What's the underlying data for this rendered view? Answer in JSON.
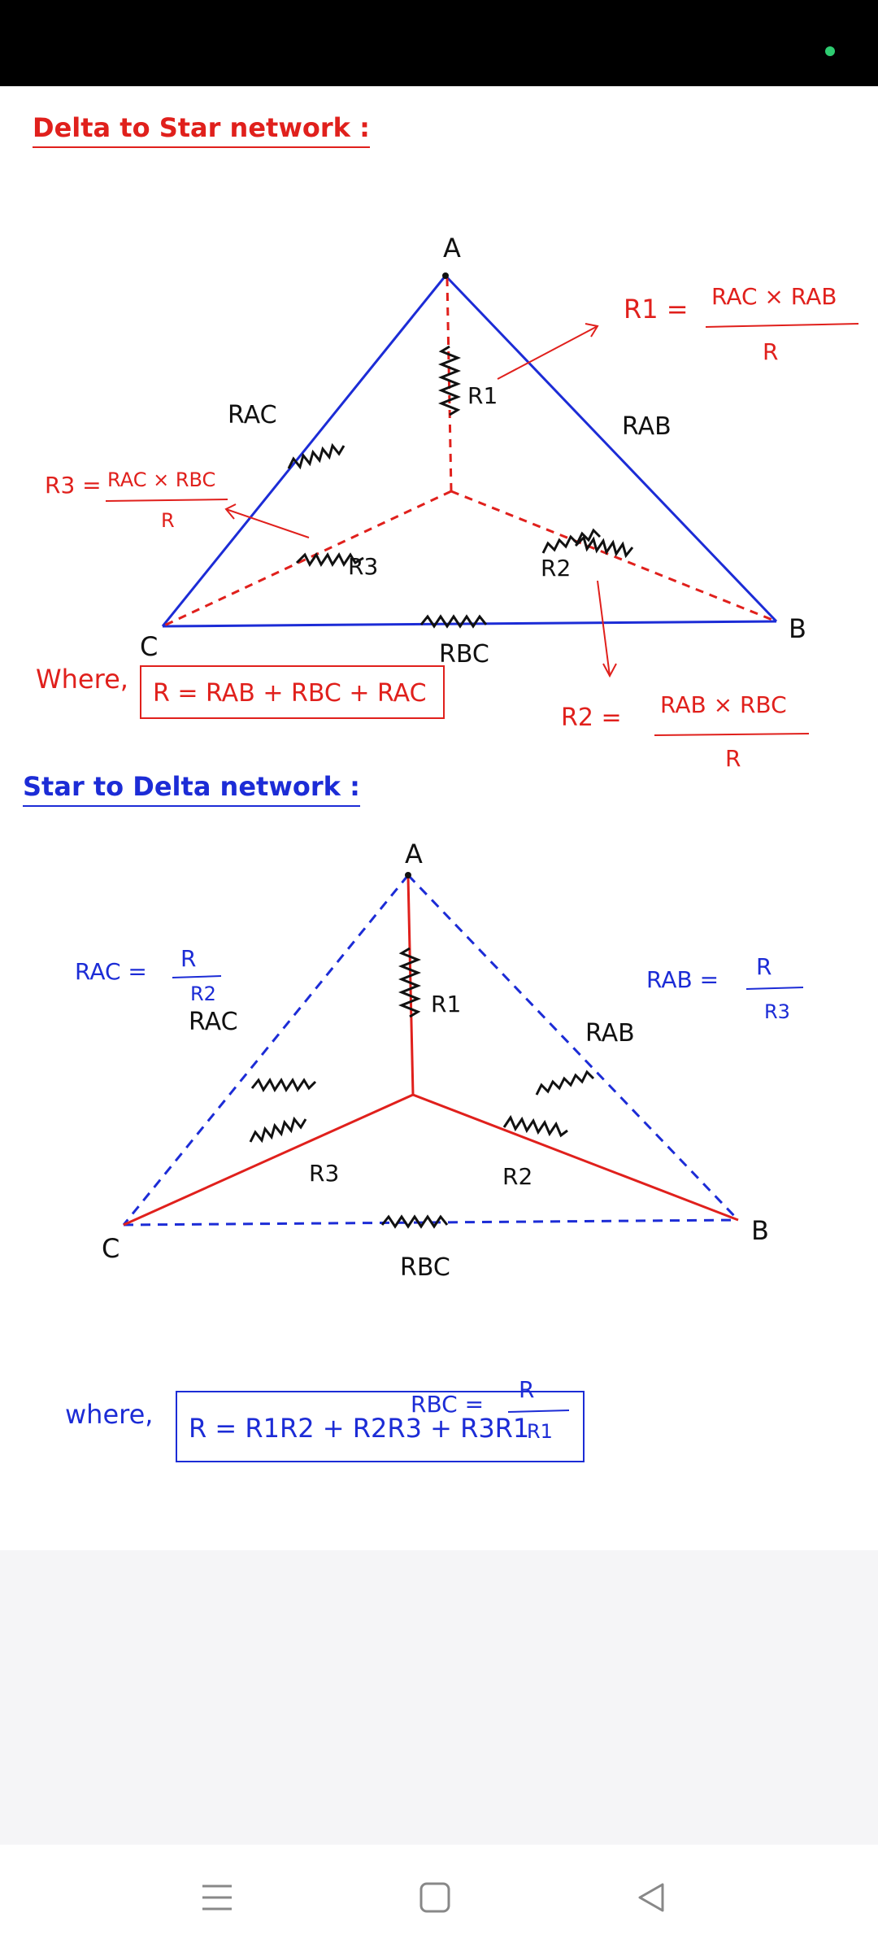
{
  "delta_to_star": {
    "heading": "Delta to Star network :",
    "nodes": {
      "a": "A",
      "b": "B",
      "c": "C"
    },
    "labels": {
      "rac": "RAC",
      "rab": "RAB",
      "rbc": "RBC",
      "r1": "R1",
      "r2": "R2",
      "r3": "R3"
    },
    "formula_r1": {
      "lhs": "R1 =",
      "num": "RAC × RAB",
      "den": "R"
    },
    "formula_r2": {
      "lhs": "R2 =",
      "num": "RAB × RBC",
      "den": "R"
    },
    "formula_r3": {
      "lhs": "R3 =",
      "num": "RAC × RBC",
      "den": "R"
    },
    "where_label": "Where,",
    "where_formula": "R = RAB + RBC + RAC"
  },
  "star_to_delta": {
    "heading": "Star to Delta network :",
    "nodes": {
      "a": "A",
      "b": "B",
      "c": "C"
    },
    "labels": {
      "rac": "RAC",
      "rab": "RAB",
      "rbc": "RBC",
      "r1": "R1",
      "r2": "R2",
      "r3": "R3"
    },
    "formula_rac": {
      "lhs": "RAC =",
      "num": "R",
      "den": "R2"
    },
    "formula_rab": {
      "lhs": "RAB =",
      "num": "R",
      "den": "R3"
    },
    "formula_rbc": {
      "lhs": "RBC =",
      "num": "R",
      "den": "R1"
    },
    "where_label": "where,",
    "where_formula": "R = R1R2 + R2R3 + R3R1"
  },
  "colors": {
    "red": "#e0201c",
    "blue": "#1c2cd6",
    "black": "#111111"
  },
  "nav": {
    "menu_icon": "menu-icon",
    "home_icon": "home-square-icon",
    "back_icon": "back-triangle-icon"
  }
}
